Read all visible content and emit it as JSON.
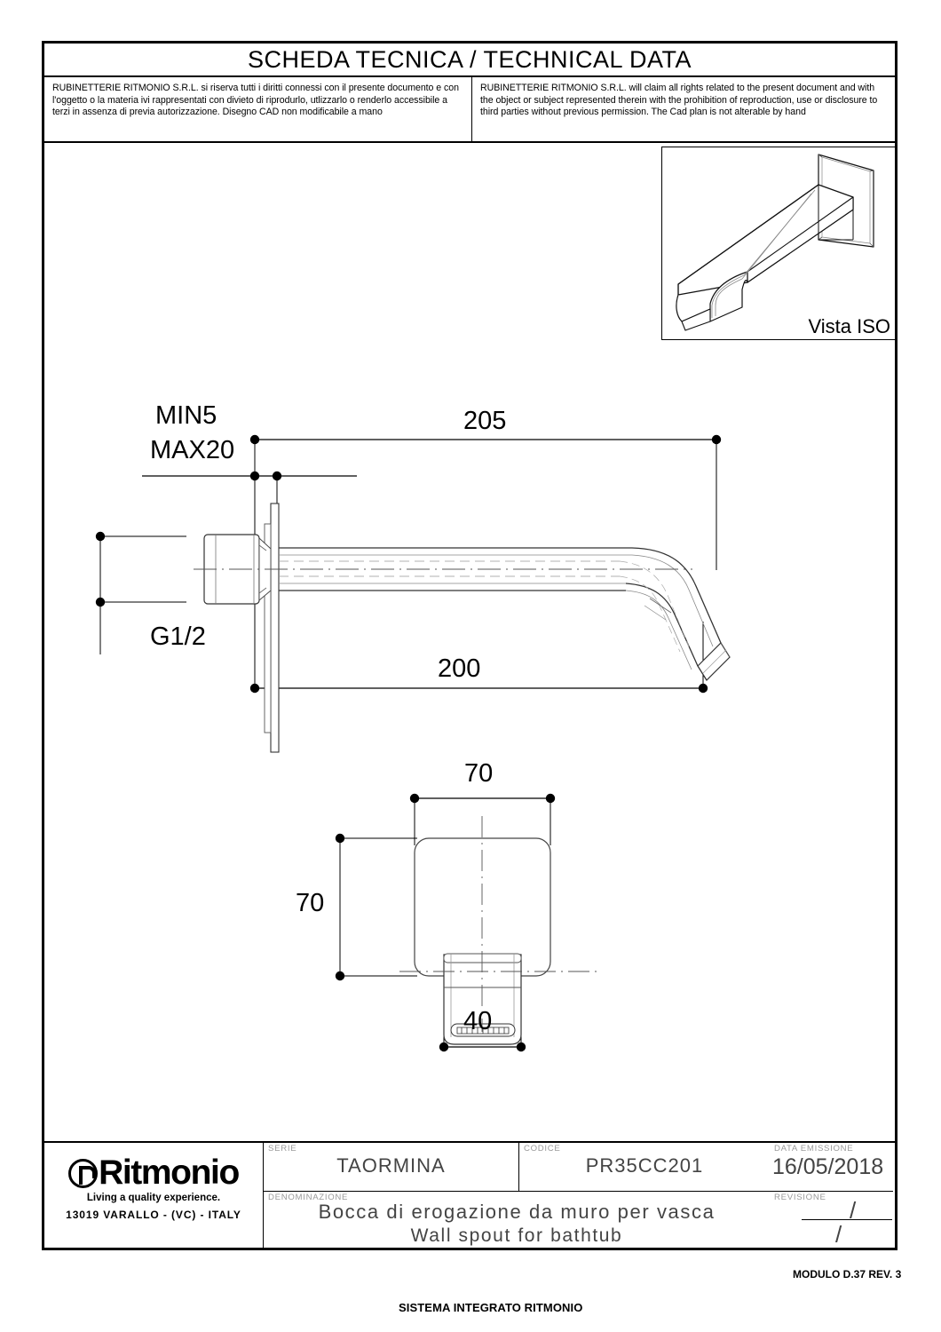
{
  "header": {
    "title": "SCHEDA TECNICA / TECHNICAL DATA",
    "legal_it": "RUBINETTERIE RITMONIO S.R.L. si riserva tutti i diritti connessi con il presente documento e con l'oggetto o la materia ivi rappresentati con divieto di riprodurlo, utlizzarlo o renderlo accessibile a terzi in assenza di previa autorizzazione. Disegno CAD non modificabile a mano",
    "legal_en": "RUBINETTERIE RITMONIO S.R.L. will claim all rights related to the present document and with the object or subject represented therein with the prohibition  of reproduction, use or disclosure to third parties without previous permission.  The Cad plan is not alterable by hand"
  },
  "iso_view": {
    "label": "Vista ISO"
  },
  "drawing": {
    "side_view": {
      "dim_total_projection": "205",
      "dim_spout_length": "200",
      "wall_thickness_note_line1": "MIN5",
      "wall_thickness_note_line2": "MAX20",
      "thread_label": "G1/2"
    },
    "front_view": {
      "dim_plate_width": "70",
      "dim_plate_height": "70",
      "dim_spout_width": "40"
    }
  },
  "title_block": {
    "logo_name": "Ritmonio",
    "logo_tagline": "Living a quality experience.",
    "logo_address": "13019 VARALLO - (VC) - ITALY",
    "serie_label": "SERIE",
    "serie_value": "TAORMINA",
    "codice_label": "CODICE",
    "codice_value": "PR35CC201",
    "data_label": "DATA  EMISSIONE",
    "data_value": "16/05/2018",
    "denominazione_label": "DENOMINAZIONE",
    "denominazione_it": "Bocca  di  erogazione  da  muro  per  vasca",
    "denominazione_en": "Wall  spout  for  bathtub",
    "revisione_label": "REVISIONE",
    "revisione_value_top": "/",
    "revisione_value_bottom": "/"
  },
  "footer": {
    "left": "SISTEMA INTEGRATO RITMONIO",
    "right": "MODULO D.37 REV. 3"
  },
  "colors": {
    "ink": "#000000",
    "dim_text": "#1a1a1a",
    "tag_grey": "#9a9a9a",
    "value_grey": "#444444"
  }
}
